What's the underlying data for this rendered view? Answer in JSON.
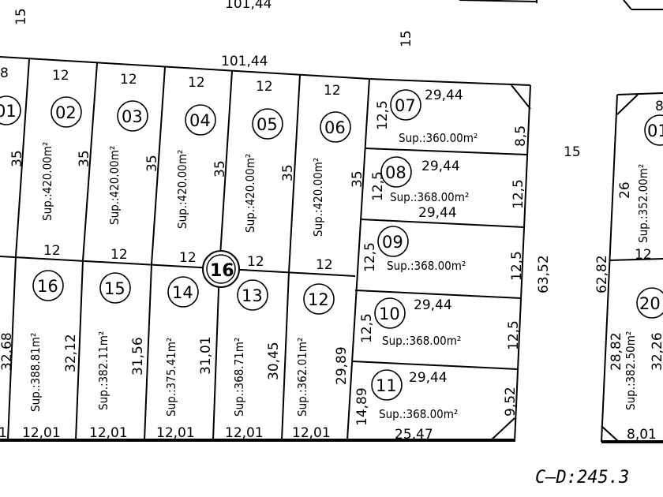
{
  "top": {
    "total_width": "101,44",
    "street_width_top": "15",
    "street_left": "15",
    "top_edge": "101,44"
  },
  "street": {
    "width_mid": "15"
  },
  "top_row": [
    {
      "id": "01",
      "area": "",
      "front": "8",
      "depth": ""
    },
    {
      "id": "02",
      "area": "Sup.:420.00m²",
      "front": "12",
      "depth": "35"
    },
    {
      "id": "03",
      "area": "Sup.:420.00m²",
      "front": "12",
      "depth": "35"
    },
    {
      "id": "04",
      "area": "Sup.:420.00m²",
      "front": "12",
      "depth": "35"
    },
    {
      "id": "05",
      "area": "Sup.:420.00m²",
      "front": "12",
      "depth": "35"
    },
    {
      "id": "06",
      "area": "Sup.:420.00m²",
      "front": "12",
      "depth": "35"
    }
  ],
  "bottom_row": [
    {
      "id": "16",
      "area": "Sup.:388.81m²",
      "top": "12",
      "left_depth": "32,68",
      "right_depth": "32,12",
      "bottom": "12,01"
    },
    {
      "id": "15",
      "area": "Sup.:382.11m²",
      "top": "12",
      "right_depth": "31,56",
      "bottom": "12,01"
    },
    {
      "id": "14",
      "area": "Sup.:375.41m²",
      "top": "12",
      "right_depth": "31,01",
      "bottom": "12,01"
    },
    {
      "id": "13",
      "area": "Sup.:368.71m²",
      "top": "12",
      "right_depth": "30,45",
      "bottom": "12,01"
    },
    {
      "id": "12",
      "area": "Sup.:362.01m²",
      "top": "12",
      "right_depth": "29,89",
      "bottom": "12,01"
    }
  ],
  "left_edge_bottom": "1",
  "block_marker": "16",
  "right_lots": [
    {
      "id": "07",
      "area": "Sup.:360.00m²",
      "width": "29,44",
      "left": "12,5",
      "right": "8,5"
    },
    {
      "id": "08",
      "area": "Sup.:368.00m²",
      "width": "29,44",
      "left": "12,5",
      "right": "12,5",
      "bottom_width": "29,44",
      "extra_left": "35"
    },
    {
      "id": "09",
      "area": "Sup.:368.00m²",
      "left": "12,5",
      "right": "12,5"
    },
    {
      "id": "10",
      "area": "Sup.:368.00m²",
      "width": "29,44",
      "left": "12,5",
      "right": "12,5"
    },
    {
      "id": "11",
      "area": "Sup.:368.00m²",
      "width": "29,44",
      "left": "14,89",
      "right": "9,52",
      "bottom": "25,47"
    }
  ],
  "block_depth": "63,52",
  "neighbor": {
    "depth": "62,82",
    "lot_top_id": "01",
    "lot_top_area": "Sup.:352.00m²",
    "lot_top_side": "26",
    "lot_top_front": "12",
    "lot_top_extra": "8",
    "lot_bottom_id": "20",
    "lot_bottom_area": "Sup.:382.50m²",
    "lot_bottom_side": "28,82",
    "lot_bottom_side2": "32,26",
    "lot_bottom_bottom": "8,01"
  },
  "footer": {
    "scale_text": "C–D:245.3"
  }
}
